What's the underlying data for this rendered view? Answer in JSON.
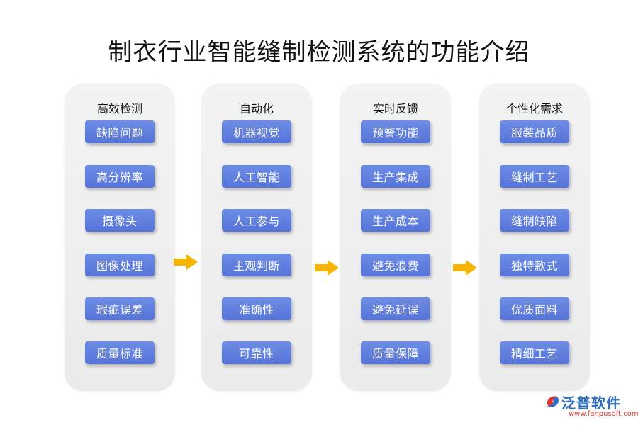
{
  "title": "制衣行业智能缝制检测系统的功能介绍",
  "columns": [
    {
      "title": "高效检测",
      "items": [
        "缺陷问题",
        "高分辨率",
        "摄像头",
        "图像处理",
        "瑕疵误差",
        "质量标准"
      ]
    },
    {
      "title": "自动化",
      "items": [
        "机器视觉",
        "人工智能",
        "人工参与",
        "主观判断",
        "准确性",
        "可靠性"
      ]
    },
    {
      "title": "实时反馈",
      "items": [
        "预警功能",
        "生产集成",
        "生产成本",
        "避免浪费",
        "避免延误",
        "质量保障"
      ]
    },
    {
      "title": "个性化需求",
      "items": [
        "服装品质",
        "缝制工艺",
        "缝制缺陷",
        "独特款式",
        "优质面料",
        "精细工艺"
      ]
    }
  ],
  "logo": {
    "name": "泛普软件",
    "url": "www.fanpusoft.com"
  },
  "watermark": "泛普软件",
  "colors": {
    "item_bg": "#6080dd",
    "arrow": "#f7b500",
    "column_bg": "#eeeeee",
    "logo_blue": "#2f6fc3",
    "logo_red": "#e0322b"
  },
  "icons": {
    "arrow": "arrow-right-icon",
    "logo": "fanpu-logo-icon"
  }
}
